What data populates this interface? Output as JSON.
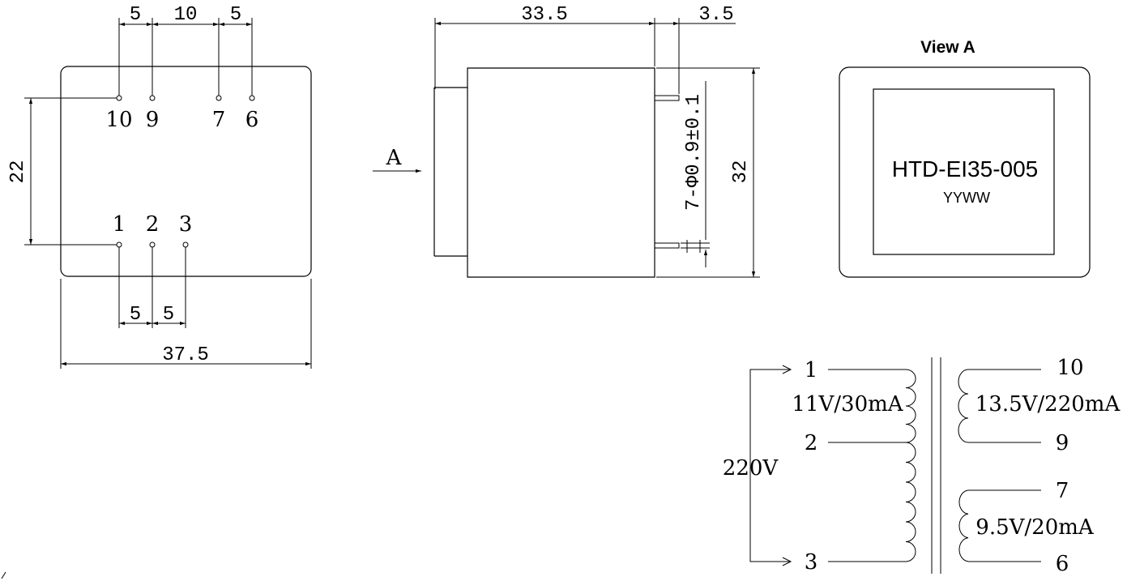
{
  "bottom_view": {
    "pins_top": [
      {
        "label": "10"
      },
      {
        "label": "9"
      },
      {
        "label": "7"
      },
      {
        "label": "6"
      }
    ],
    "pins_bottom": [
      {
        "label": "1"
      },
      {
        "label": "2"
      },
      {
        "label": "3"
      }
    ],
    "dims": {
      "top_5a": "5",
      "top_10": "10",
      "top_5b": "5",
      "bottom_5a": "5",
      "bottom_5b": "5",
      "width": "37.5",
      "row_spacing": "22"
    }
  },
  "side_view": {
    "dims": {
      "body_length": "33.5",
      "pin_length": "3.5",
      "height": "32",
      "pin_spec": "7-Φ0.9±0.1"
    },
    "arrow_label": "A"
  },
  "view_a": {
    "title": "View A",
    "model": "HTD-EI35-005",
    "date_code": "YYWW"
  },
  "schematic": {
    "primary": {
      "voltage": "220V",
      "pins": [
        "1",
        "2",
        "3"
      ],
      "tap_rating": "11V/30mA"
    },
    "secondary_1": {
      "pins": [
        "10",
        "9"
      ],
      "rating": "13.5V/220mA"
    },
    "secondary_2": {
      "pins": [
        "7",
        "6"
      ],
      "rating": "9.5V/20mA"
    }
  }
}
